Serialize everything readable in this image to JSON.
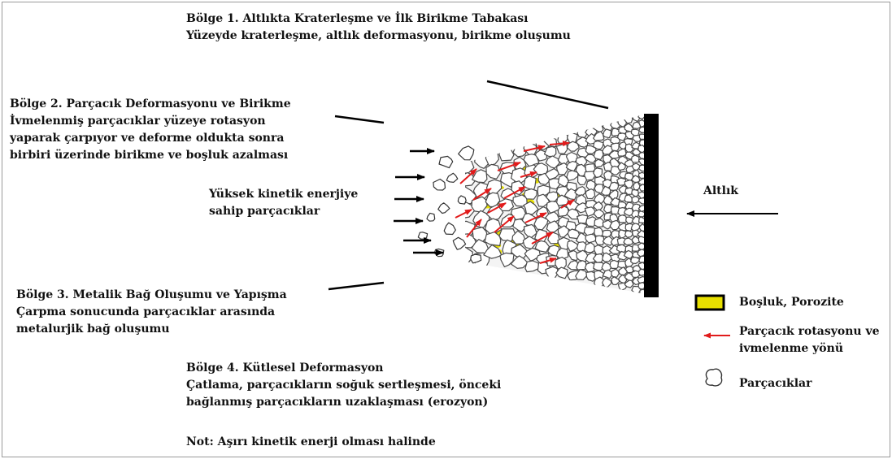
{
  "regions": {
    "r1": {
      "title": "Bölge 1. Altlıkta Kraterleşme ve İlk Birikme Tabakası",
      "desc": "Yüzeyde kraterleşme, altlık deformasyonu, birikme oluşumu"
    },
    "r2": {
      "title": "Bölge 2. Parçacık Deformasyonu ve Birikme",
      "desc_1": "İvmelenmiş parçacıklar yüzeye rotasyon",
      "desc_2": "yaparak çarpıyor ve deforme oldukta sonra",
      "desc_3": "birbiri üzerinde birikme ve boşluk azalması"
    },
    "r3": {
      "title": "Bölge 3. Metalik Bağ Oluşumu ve Yapışma",
      "desc_1": "Çarpma sonucunda parçacıklar arasında",
      "desc_2": "metalurjik bağ oluşumu"
    },
    "r4": {
      "title": "Bölge 4.  Kütlesel Deformasyon",
      "desc_1": "Çatlama, parçacıkların soğuk sertleşmesi, önceki",
      "desc_2": "bağlanmış parçacıkların uzaklaşması (erozyon)",
      "note": "Not: Aşırı kinetik enerji olması halinde"
    }
  },
  "labels": {
    "high_ke_1": "Yüksek kinetik enerjiye",
    "high_ke_2": "sahip parçacıklar",
    "substrate": "Altlık"
  },
  "legend": {
    "porosity": "Boşluk, Porozite",
    "rotation_1": "Parçacık rotasyonu ve",
    "rotation_2": "ivmelenme yönü",
    "particles": "Parçacıklar"
  },
  "colors": {
    "porosity": "#e8e000",
    "rotation_arrow": "#e11b1b",
    "substrate": "#000000",
    "particle_stroke": "#4a4a4a"
  }
}
